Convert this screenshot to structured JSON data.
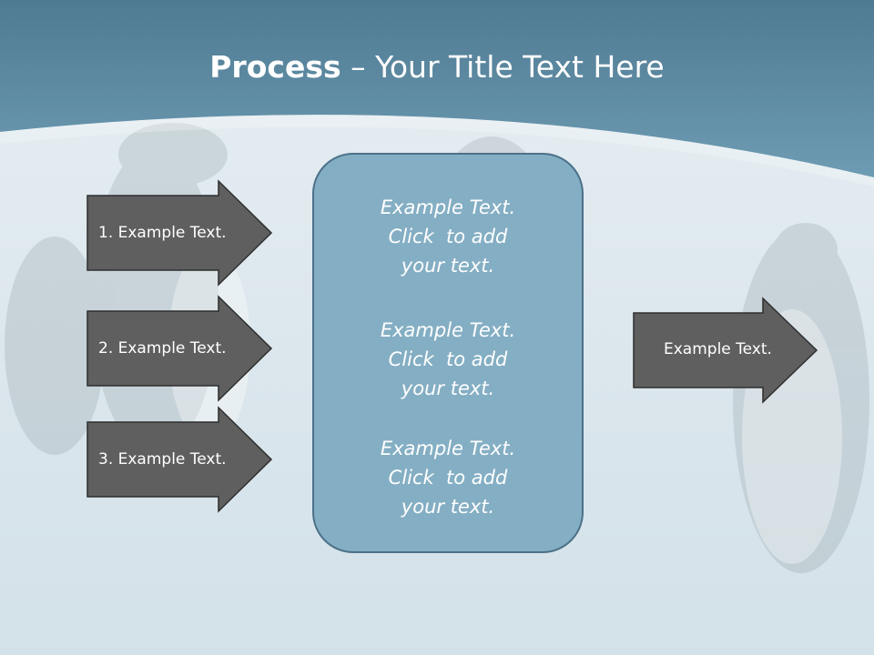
{
  "title": {
    "bold": "Process",
    "rest": " – Your Title Text Here"
  },
  "left_arrows": [
    {
      "label": "1. Example Text."
    },
    {
      "label": "2. Example Text."
    },
    {
      "label": "3. Example Text."
    }
  ],
  "center_box": {
    "blocks": [
      {
        "lines": [
          "Example Text.",
          "Click  to add",
          "your text."
        ]
      },
      {
        "lines": [
          "Example Text.",
          "Click  to add",
          "your text."
        ]
      },
      {
        "lines": [
          "Example Text.",
          "Click  to add",
          "your text."
        ]
      }
    ]
  },
  "right_arrow": {
    "label": "Example Text."
  },
  "colors": {
    "header": "#5e8ba3",
    "arrow_fill": "#5f5f5f",
    "box_fill": "#84aec3",
    "box_border": "#4c7189"
  },
  "background_image": "penguins-on-ice"
}
